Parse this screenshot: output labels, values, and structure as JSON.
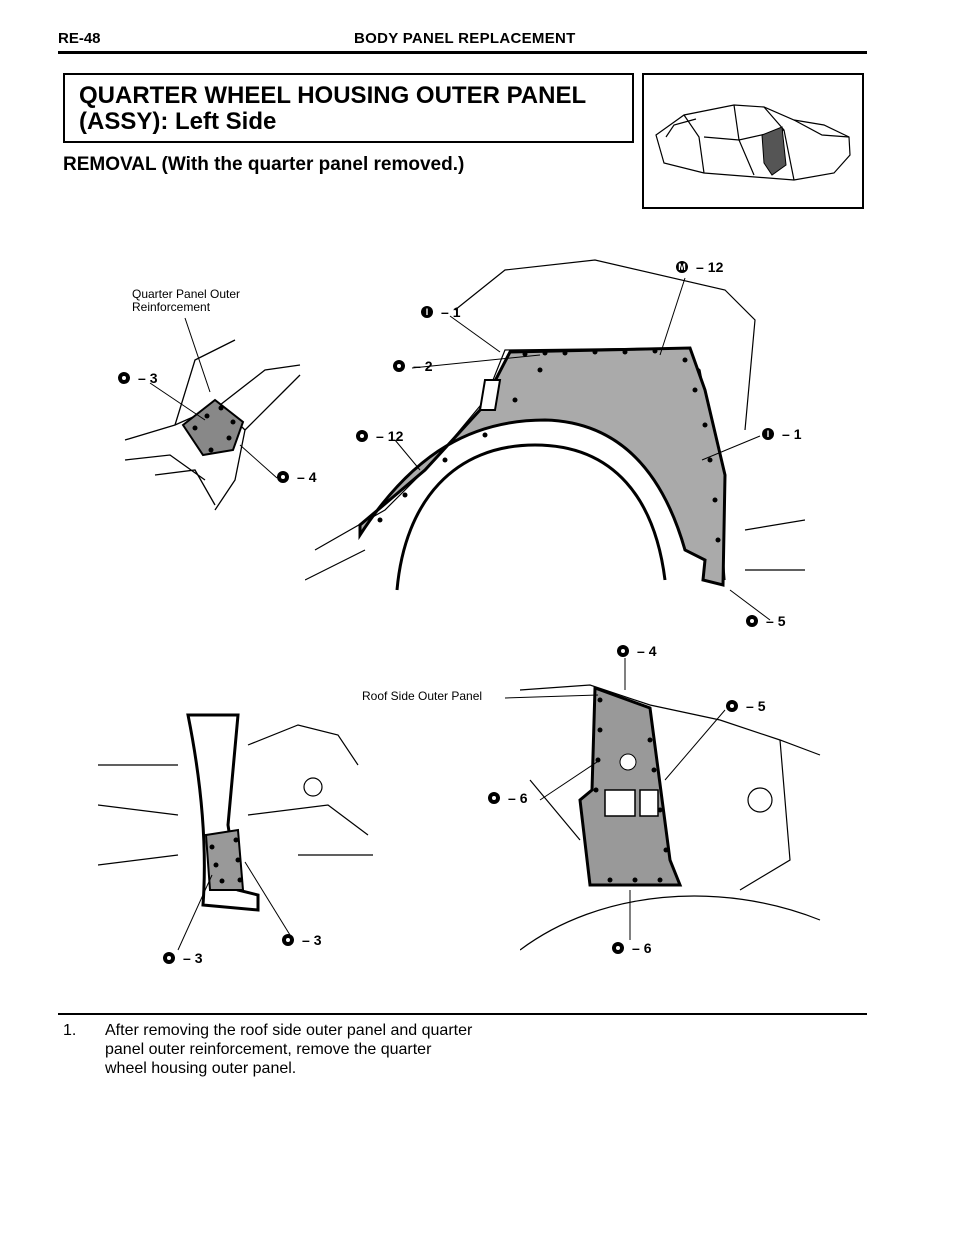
{
  "header": {
    "page_code": "RE-48",
    "section_title": "BODY PANEL REPLACEMENT"
  },
  "title_box": {
    "line1": "QUARTER WHEEL HOUSING OUTER PANEL",
    "line2": "(ASSY): Left Side"
  },
  "sub_heading": "REMOVAL (With the quarter panel removed.)",
  "labels": {
    "quarter_panel_outer_reinforcement": "Quarter Panel Outer\nReinforcement",
    "roof_side_outer_panel": "Roof Side Outer Panel"
  },
  "callouts": [
    {
      "id": "c1",
      "symbol": "I",
      "sep": "–",
      "value": "1"
    },
    {
      "id": "c2",
      "symbol": "spot",
      "sep": "–",
      "value": "2"
    },
    {
      "id": "c3",
      "symbol": "M",
      "sep": "–",
      "value": "12"
    },
    {
      "id": "c4",
      "symbol": "spot",
      "sep": "–",
      "value": "3"
    },
    {
      "id": "c5",
      "symbol": "spot",
      "sep": "–",
      "value": "4"
    },
    {
      "id": "c6",
      "symbol": "spot",
      "sep": "–",
      "value": "12"
    },
    {
      "id": "c7",
      "symbol": "I",
      "sep": "–",
      "value": "1"
    },
    {
      "id": "c8",
      "symbol": "spot",
      "sep": "–",
      "value": "5"
    },
    {
      "id": "c9",
      "symbol": "spot",
      "sep": "–",
      "value": "4"
    },
    {
      "id": "c10",
      "symbol": "spot",
      "sep": "–",
      "value": "5"
    },
    {
      "id": "c11",
      "symbol": "spot",
      "sep": "–",
      "value": "6"
    },
    {
      "id": "c12",
      "symbol": "spot",
      "sep": "–",
      "value": "3"
    },
    {
      "id": "c13",
      "symbol": "spot",
      "sep": "–",
      "value": "3"
    },
    {
      "id": "c14",
      "symbol": "spot",
      "sep": "–",
      "value": "6"
    }
  ],
  "step": {
    "number": "1.",
    "text": "After removing the roof side outer panel and quarter panel outer reinforcement, remove the quarter wheel housing outer panel."
  },
  "icons": [
    "spot-weld-icon",
    "i-weld-icon",
    "m-weld-icon"
  ]
}
